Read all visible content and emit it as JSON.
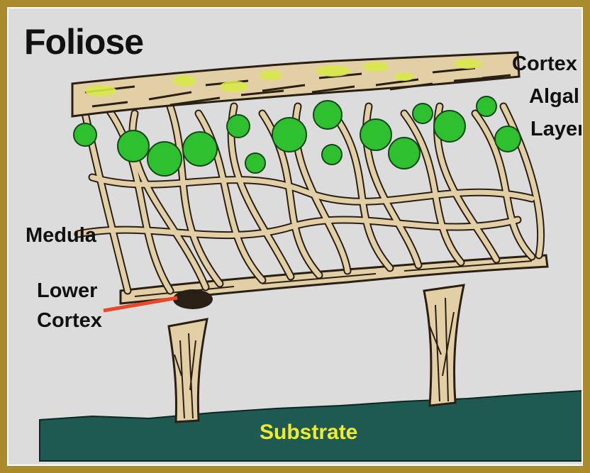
{
  "diagram": {
    "title": "Foliose",
    "labels": {
      "cortex": "Cortex",
      "algal": "Algal",
      "layer": "Layer",
      "medula": "Medula",
      "lower": "Lower",
      "lower_cortex": "Cortex",
      "substrate": "Substrate"
    },
    "colors": {
      "frame": "#a98a2d",
      "background": "#dcdcdc",
      "hyphae": "#e3cfa6",
      "hyphae_outline": "#2a1f14",
      "algae": "#2fc02f",
      "cortex_highlight": "#d8e84a",
      "substrate": "#1f5a52",
      "substrate_label": "#f0ec2a",
      "pointer": "#e8482a"
    }
  }
}
